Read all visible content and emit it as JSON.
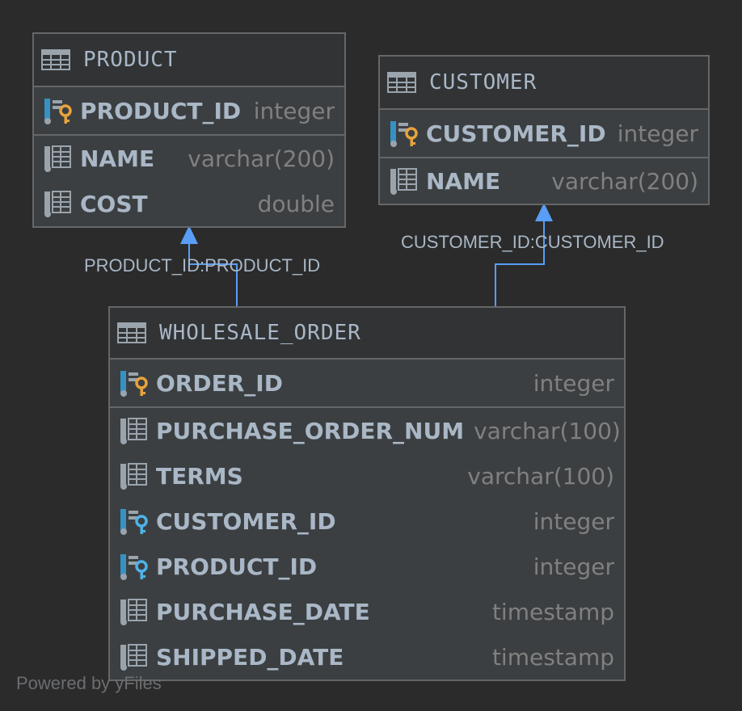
{
  "diagram": {
    "entities": {
      "product": {
        "name": "PRODUCT",
        "columns": [
          {
            "name": "PRODUCT_ID",
            "type": "integer",
            "icon": "primary-key-column-icon"
          },
          {
            "name": "NAME",
            "type": "varchar(200)",
            "icon": "column-icon"
          },
          {
            "name": "COST",
            "type": "double",
            "icon": "column-icon"
          }
        ]
      },
      "customer": {
        "name": "CUSTOMER",
        "columns": [
          {
            "name": "CUSTOMER_ID",
            "type": "integer",
            "icon": "primary-key-column-icon"
          },
          {
            "name": "NAME",
            "type": "varchar(200)",
            "icon": "column-icon"
          }
        ]
      },
      "wholesale_order": {
        "name": "WHOLESALE_ORDER",
        "columns": [
          {
            "name": "ORDER_ID",
            "type": "integer",
            "icon": "primary-key-column-icon"
          },
          {
            "name": "PURCHASE_ORDER_NUM",
            "type": "varchar(100)",
            "icon": "column-icon"
          },
          {
            "name": "TERMS",
            "type": "varchar(100)",
            "icon": "column-icon"
          },
          {
            "name": "CUSTOMER_ID",
            "type": "integer",
            "icon": "foreign-key-column-icon"
          },
          {
            "name": "PRODUCT_ID",
            "type": "integer",
            "icon": "foreign-key-column-icon"
          },
          {
            "name": "PURCHASE_DATE",
            "type": "timestamp",
            "icon": "column-icon"
          },
          {
            "name": "SHIPPED_DATE",
            "type": "timestamp",
            "icon": "column-icon"
          }
        ]
      }
    },
    "relations": {
      "product_fk": "PRODUCT_ID:PRODUCT_ID",
      "customer_fk": "CUSTOMER_ID:CUSTOMER_ID"
    },
    "watermark": "Powered by yFiles",
    "colors": {
      "background": "#2b2b2b",
      "node_fill": "#3c3f41",
      "header_fill": "#313335",
      "border": "#646668",
      "text": "#a9b7c6",
      "type_text": "#808080",
      "edge": "#589df6",
      "pk_key": "#e8a33d",
      "fk_key": "#4fb3e8"
    }
  }
}
